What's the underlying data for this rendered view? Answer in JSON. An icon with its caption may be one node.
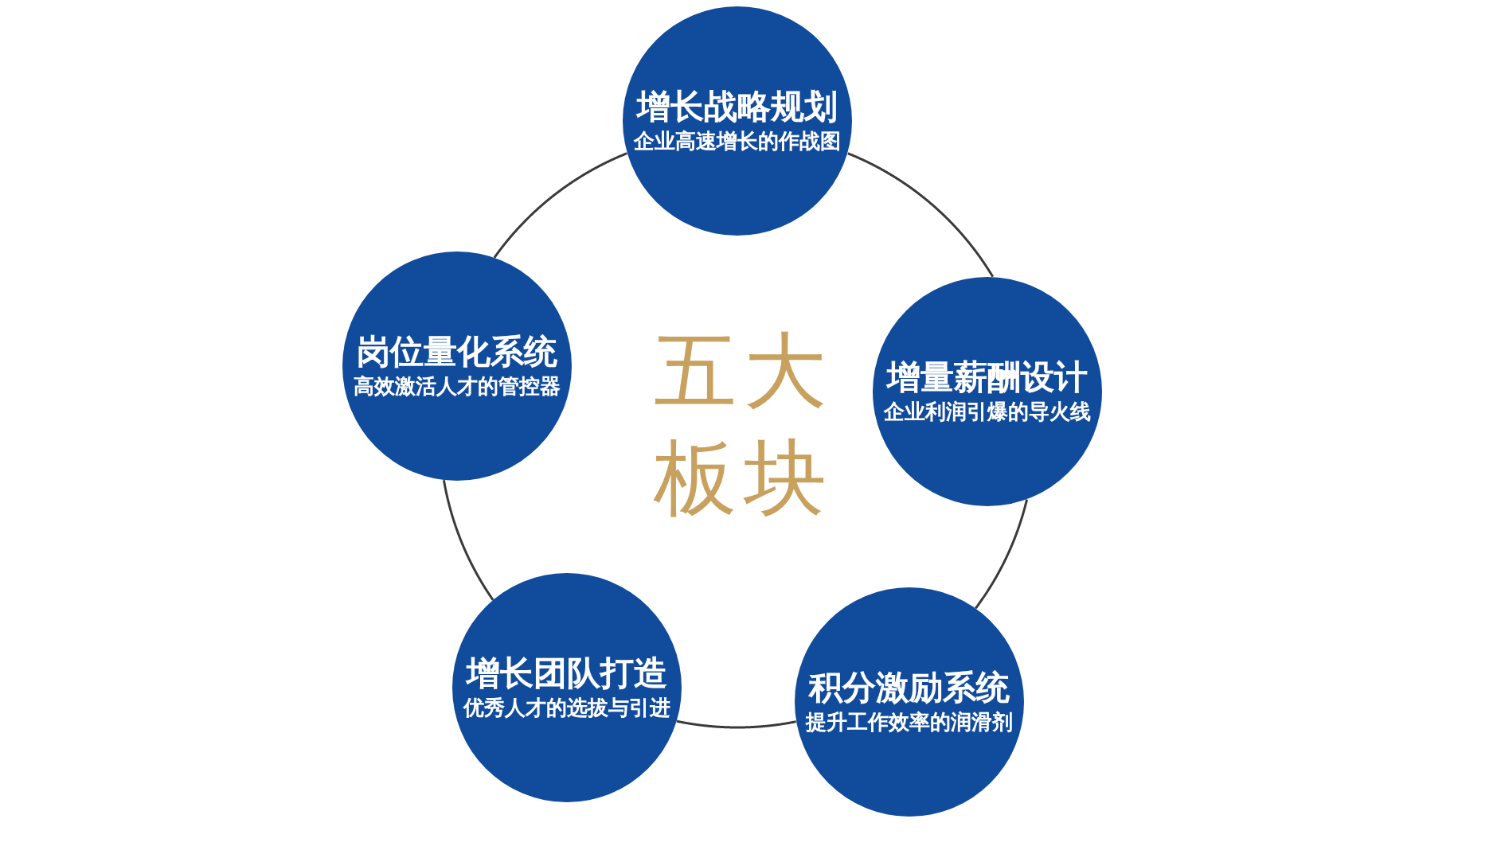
{
  "diagram": {
    "nodes": [
      {
        "text": [
          "增长战略规划",
          "企业高速增长的作战图"
        ]
      },
      {
        "text": [
          "岗位量化系统",
          "高效激活人才的管控器"
        ]
      },
      {
        "text": [
          "增量薪酬设计",
          "企业利润引爆的导火线"
        ]
      },
      {
        "text": [
          "增长团队打造",
          "优秀人才的选拔与引进"
        ]
      },
      {
        "text": [
          "积分激励系统",
          "提升工作效率的润滑剂"
        ]
      }
    ],
    "edges": [
      {
        "from": 0,
        "to": 2,
        "arrow": "none"
      },
      {
        "from": 2,
        "to": 4,
        "arrow": "none"
      },
      {
        "from": 4,
        "to": 3,
        "arrow": "none"
      },
      {
        "from": 3,
        "to": 1,
        "arrow": "none"
      },
      {
        "from": 1,
        "to": 0,
        "arrow": "none"
      }
    ],
    "labels": [
      "五大板块"
    ]
  }
}
